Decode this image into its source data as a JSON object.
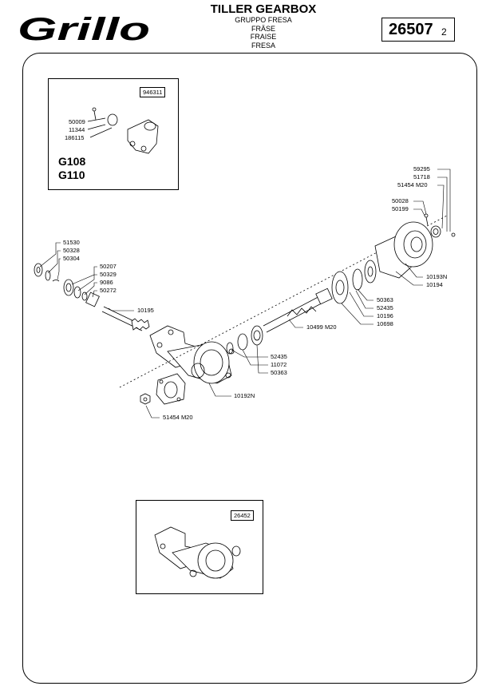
{
  "header": {
    "brand": "Grillo",
    "title": "TILLER GEARBOX",
    "subtitles": [
      "GRUPPO FRESA",
      "FRÄSE",
      "FRAISE",
      "FRESA"
    ],
    "doc_number": "26507",
    "page": "2"
  },
  "inset_top": {
    "ref": "946311",
    "models": [
      "G108",
      "G110"
    ],
    "labels": [
      "50009",
      "11344",
      "186115"
    ]
  },
  "inset_bottom": {
    "ref": "26452"
  },
  "part_labels": {
    "p51530": "51530",
    "p50328": "50328",
    "p50304": "50304",
    "p50207": "50207",
    "p50329": "50329",
    "p9086": "9086",
    "p50272": "50272",
    "p10195": "10195",
    "p51454a": "51454  M20",
    "p10192N": "10192N",
    "p52435a": "52435",
    "p11072": "11072",
    "p50363a": "50363",
    "p10499": "10499  M20",
    "p50363b": "50363",
    "p52435b": "52435",
    "p10196": "10196",
    "p10698": "10698",
    "p10193N": "10193N",
    "p10194": "10194",
    "p59295": "59295",
    "p51718": "51718",
    "p51454b": "51454  M20",
    "p50028": "50028",
    "p50199": "50199"
  }
}
